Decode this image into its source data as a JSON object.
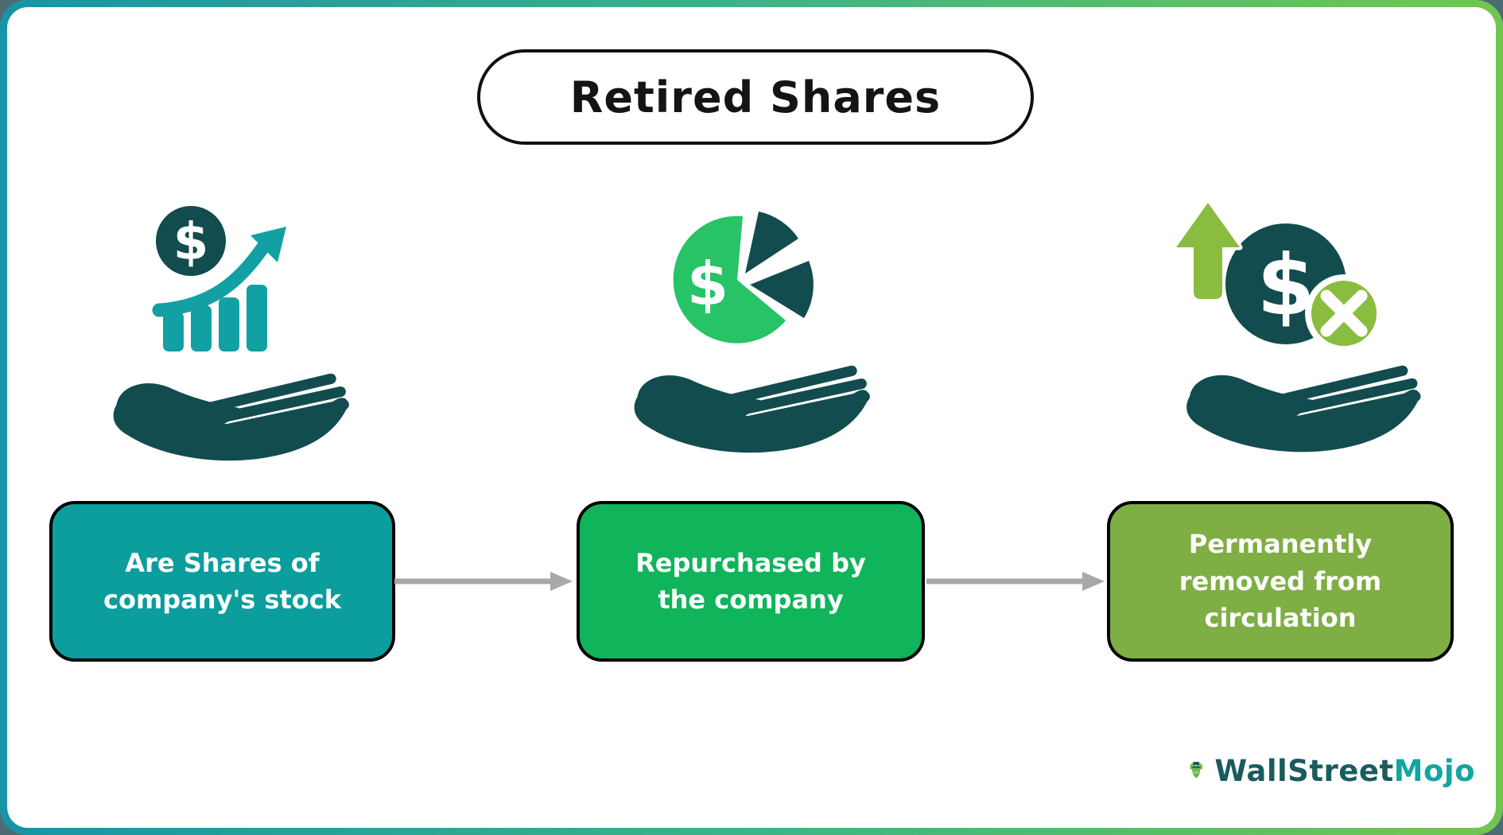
{
  "title": {
    "text": "Retired Shares"
  },
  "flow": {
    "steps": [
      {
        "icon": "dollar-growth-chart-hand-icon",
        "label": "Are Shares of company's stock",
        "box_color": "#0C9D9D"
      },
      {
        "icon": "dollar-pie-chart-hand-icon",
        "label": "Repurchased by the company",
        "box_color": "#10B45B"
      },
      {
        "icon": "dollar-removed-hand-icon",
        "label": "Permanently removed from circulation",
        "box_color": "#7FAE44"
      }
    ],
    "connector_color": "#A8A8A8"
  },
  "icons": {
    "currency_symbol": "$"
  },
  "colors": {
    "dark_teal": "#124C4E",
    "teal": "#12A0A5",
    "green": "#27C366",
    "light_green": "#8ABC3F",
    "card_bg": "#FFFFFF",
    "outside_bg": "#4C6B72",
    "border_gradient_left": "#1794A6",
    "border_gradient_mid": "#3CB487",
    "border_gradient_right": "#71C64F",
    "title_border": "#101010"
  },
  "brand": {
    "primary": "WallStreet",
    "secondary": "Mojo",
    "primary_color": "#1A5C5E",
    "secondary_color": "#14A5A1"
  }
}
